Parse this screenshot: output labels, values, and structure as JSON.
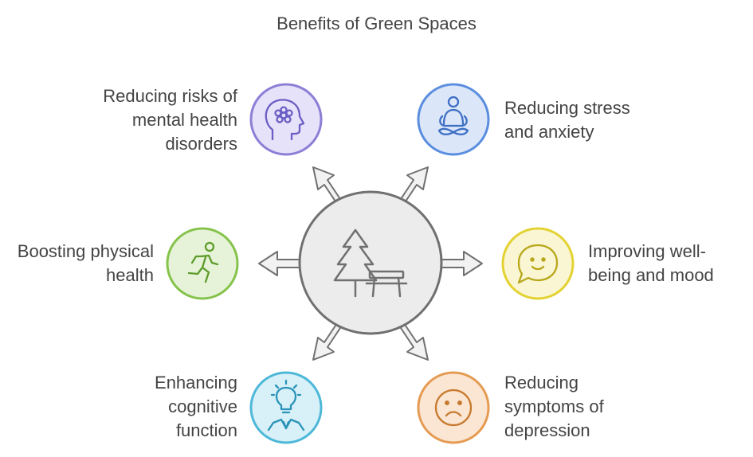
{
  "title": "Benefits of Green Spaces",
  "center": {
    "icon": "tree-and-bench-icon"
  },
  "benefits": [
    {
      "label": "Reducing risks of mental health disorders",
      "icon": "head-flower-icon",
      "color": "#8b7fd6",
      "fill": "#e6e2f9"
    },
    {
      "label": "Reducing stress and anxiety",
      "icon": "meditation-icon",
      "color": "#5b8ede",
      "fill": "#dbe6f9"
    },
    {
      "label": "Boosting physical health",
      "icon": "running-person-icon",
      "color": "#86c34c",
      "fill": "#e6f3d8"
    },
    {
      "label": "Improving well-being and mood",
      "icon": "smiling-speech-bubble-icon",
      "color": "#e3d232",
      "fill": "#faf6d3"
    },
    {
      "label": "Enhancing cognitive function",
      "icon": "lightbulb-head-icon",
      "color": "#4db8d8",
      "fill": "#d8f0f8"
    },
    {
      "label": "Reducing symptoms of depression",
      "icon": "sad-face-icon",
      "color": "#e59b53",
      "fill": "#fae6d3"
    }
  ]
}
